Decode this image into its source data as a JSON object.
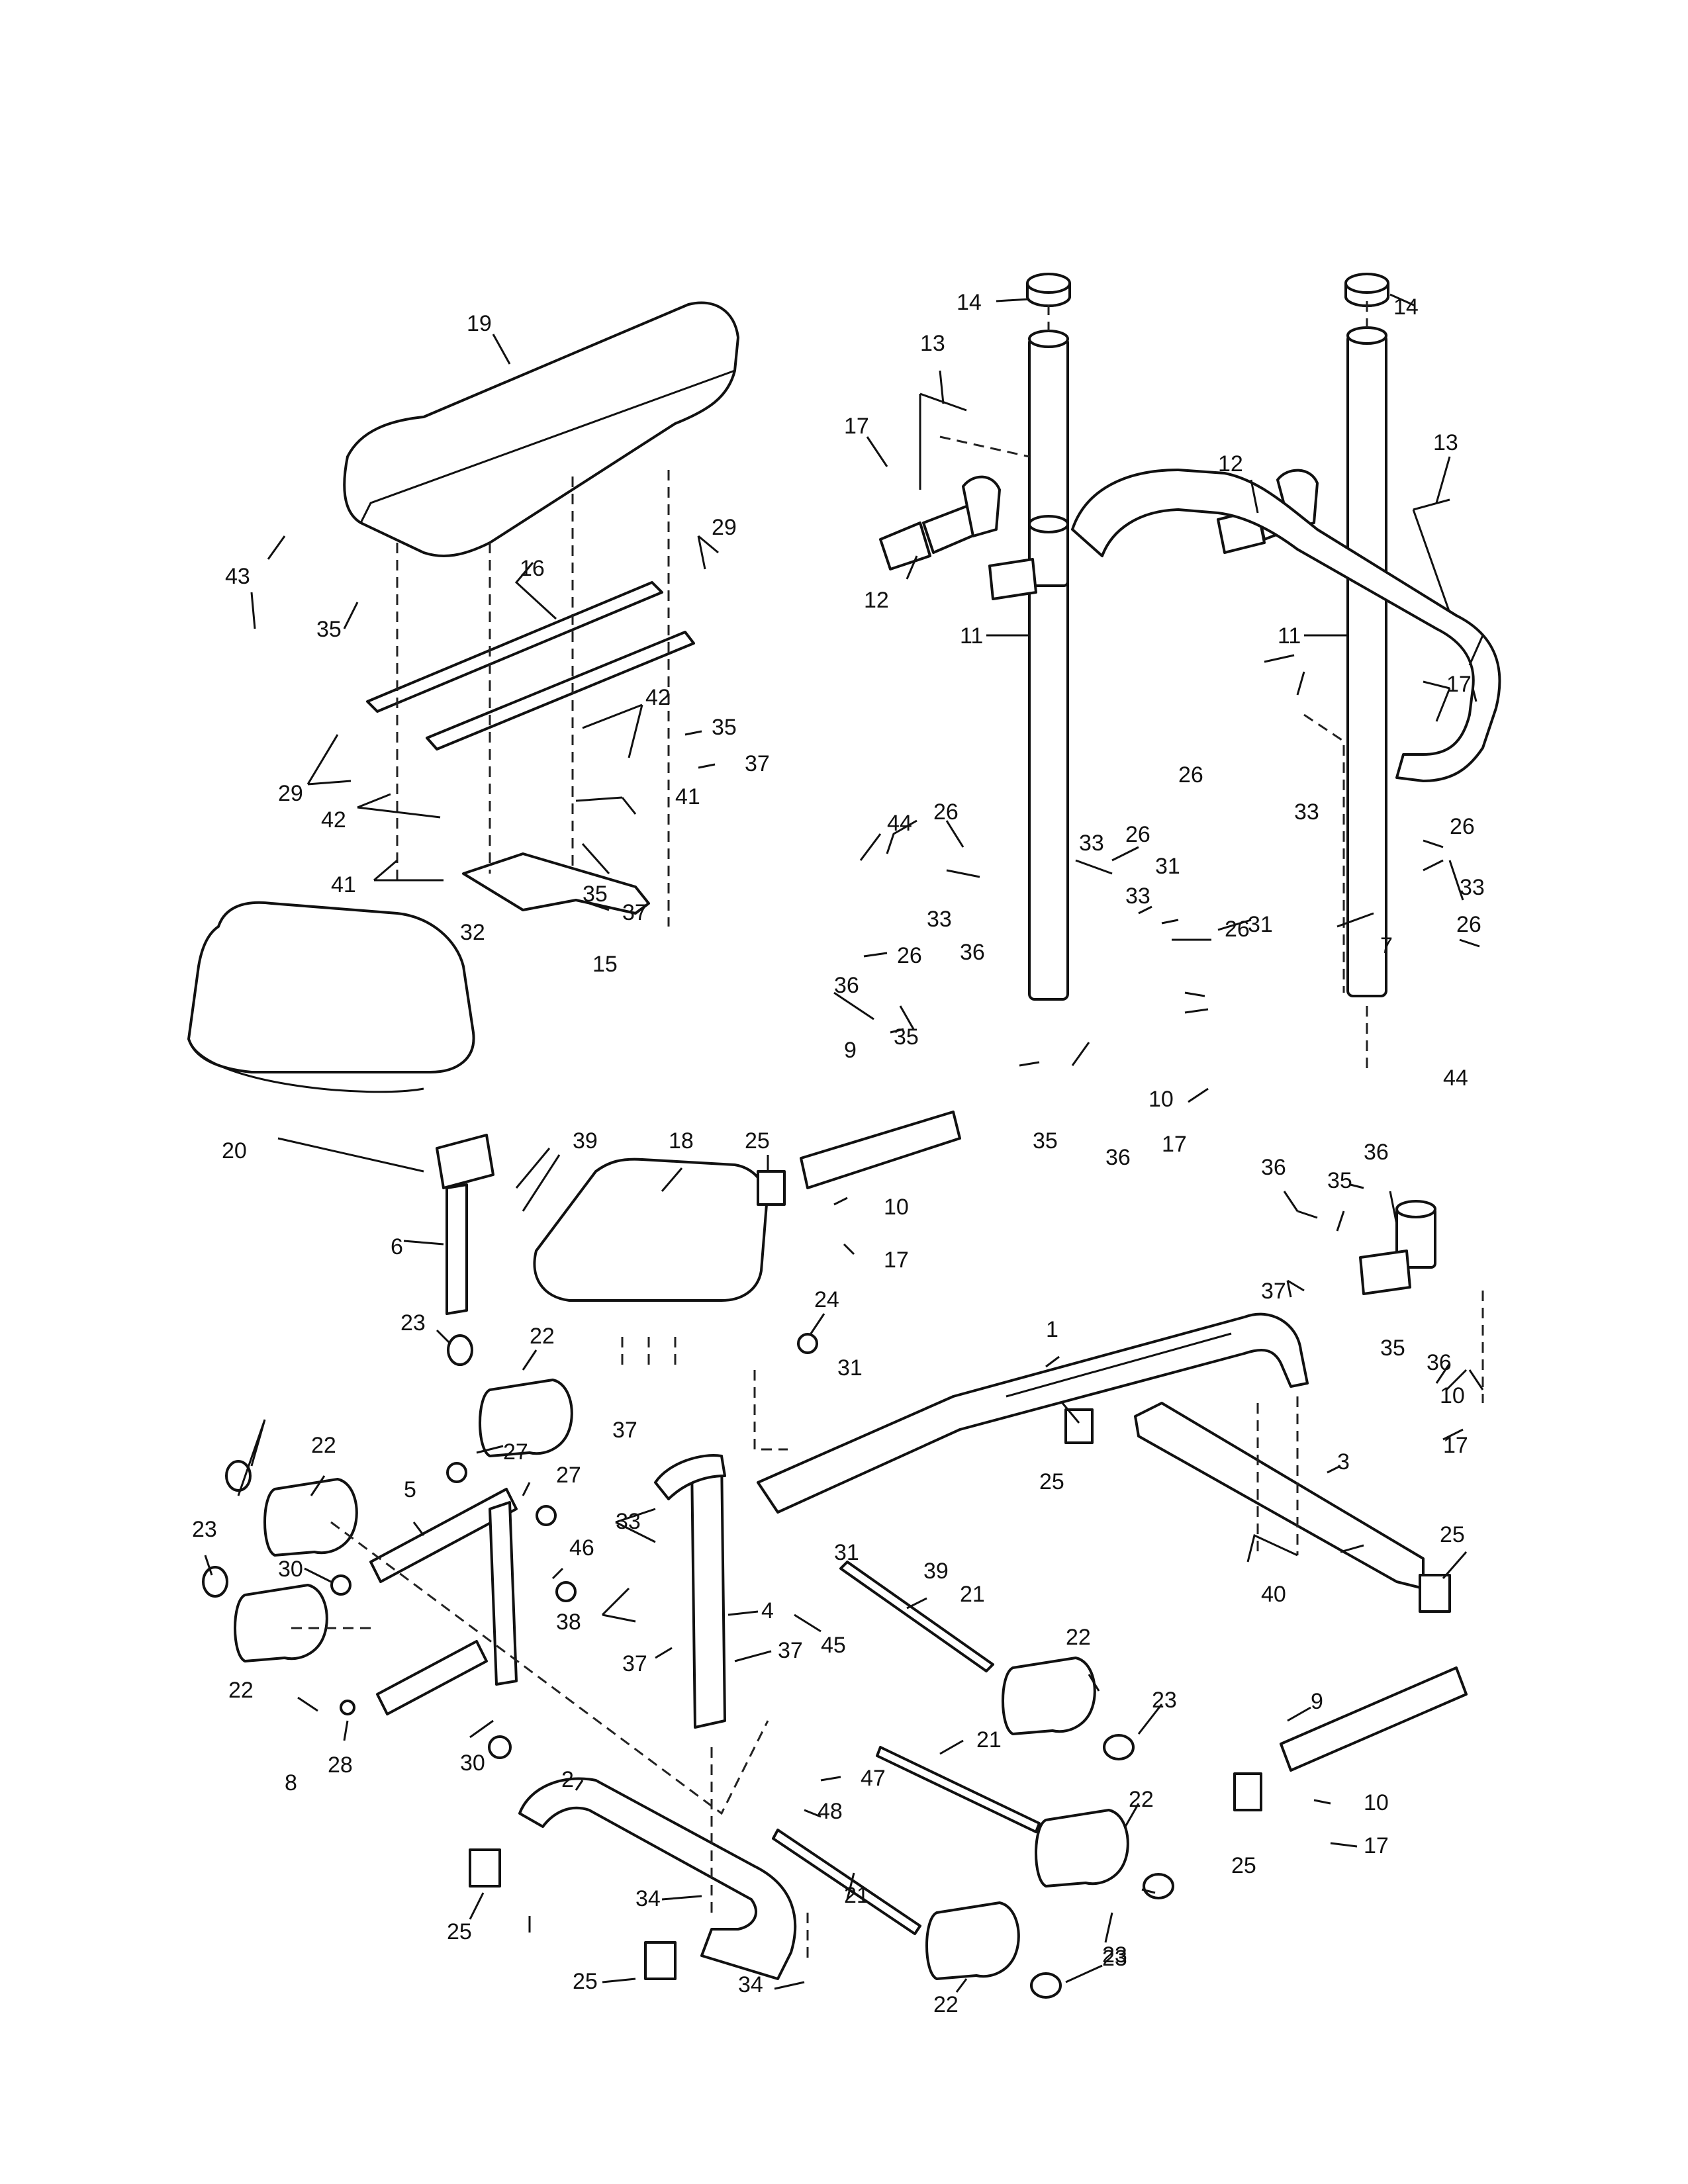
{
  "diagram": {
    "type": "exploded-parts-diagram",
    "callouts": [
      {
        "id": "c19a",
        "text": "19"
      },
      {
        "id": "c14a",
        "text": "14"
      },
      {
        "id": "c14b",
        "text": "14"
      },
      {
        "id": "c13a",
        "text": "13"
      },
      {
        "id": "c13b",
        "text": "13"
      },
      {
        "id": "c17a",
        "text": "17"
      },
      {
        "id": "c17b",
        "text": "17"
      },
      {
        "id": "c17c",
        "text": "17"
      },
      {
        "id": "c17d",
        "text": "17"
      },
      {
        "id": "c17e",
        "text": "17"
      },
      {
        "id": "c17f",
        "text": "17"
      },
      {
        "id": "c12a",
        "text": "12"
      },
      {
        "id": "c12b",
        "text": "12"
      },
      {
        "id": "c11a",
        "text": "11"
      },
      {
        "id": "c11b",
        "text": "11"
      },
      {
        "id": "c43",
        "text": "43"
      },
      {
        "id": "c29a",
        "text": "29"
      },
      {
        "id": "c29b",
        "text": "29"
      },
      {
        "id": "c16",
        "text": "16"
      },
      {
        "id": "c35a",
        "text": "35"
      },
      {
        "id": "c35b",
        "text": "35"
      },
      {
        "id": "c35c",
        "text": "35"
      },
      {
        "id": "c35d",
        "text": "35"
      },
      {
        "id": "c35e",
        "text": "35"
      },
      {
        "id": "c35f",
        "text": "35"
      },
      {
        "id": "c35g",
        "text": "35"
      },
      {
        "id": "c42a",
        "text": "42"
      },
      {
        "id": "c42b",
        "text": "42"
      },
      {
        "id": "c37a",
        "text": "37"
      },
      {
        "id": "c37b",
        "text": "37"
      },
      {
        "id": "c37c",
        "text": "37"
      },
      {
        "id": "c37d",
        "text": "37"
      },
      {
        "id": "c37e",
        "text": "37"
      },
      {
        "id": "c37f",
        "text": "37"
      },
      {
        "id": "c41a",
        "text": "41"
      },
      {
        "id": "c41b",
        "text": "41"
      },
      {
        "id": "c26a",
        "text": "26"
      },
      {
        "id": "c26b",
        "text": "26"
      },
      {
        "id": "c26c",
        "text": "26"
      },
      {
        "id": "c26d",
        "text": "26"
      },
      {
        "id": "c26e",
        "text": "26"
      },
      {
        "id": "c26f",
        "text": "26"
      },
      {
        "id": "c26g",
        "text": "26"
      },
      {
        "id": "c44a",
        "text": "44"
      },
      {
        "id": "c44b",
        "text": "44"
      },
      {
        "id": "c33a",
        "text": "33"
      },
      {
        "id": "c33b",
        "text": "33"
      },
      {
        "id": "c33c",
        "text": "33"
      },
      {
        "id": "c33d",
        "text": "33"
      },
      {
        "id": "c33e",
        "text": "33"
      },
      {
        "id": "c33f",
        "text": "33"
      },
      {
        "id": "c31a",
        "text": "31"
      },
      {
        "id": "c31b",
        "text": "31"
      },
      {
        "id": "c31c",
        "text": "31"
      },
      {
        "id": "c31d",
        "text": "31"
      },
      {
        "id": "c32",
        "text": "32"
      },
      {
        "id": "c15",
        "text": "15"
      },
      {
        "id": "c36a",
        "text": "36"
      },
      {
        "id": "c36b",
        "text": "36"
      },
      {
        "id": "c36c",
        "text": "36"
      },
      {
        "id": "c36d",
        "text": "36"
      },
      {
        "id": "c36e",
        "text": "36"
      },
      {
        "id": "c36f",
        "text": "36"
      },
      {
        "id": "c7",
        "text": "7"
      },
      {
        "id": "c10a",
        "text": "10"
      },
      {
        "id": "c10b",
        "text": "10"
      },
      {
        "id": "c10c",
        "text": "10"
      },
      {
        "id": "c10d",
        "text": "10"
      },
      {
        "id": "c9a",
        "text": "9"
      },
      {
        "id": "c9b",
        "text": "9"
      },
      {
        "id": "c20",
        "text": "20"
      },
      {
        "id": "c39a",
        "text": "39"
      },
      {
        "id": "c39b",
        "text": "39"
      },
      {
        "id": "c18",
        "text": "18"
      },
      {
        "id": "c25a",
        "text": "25"
      },
      {
        "id": "c25b",
        "text": "25"
      },
      {
        "id": "c25c",
        "text": "25"
      },
      {
        "id": "c25d",
        "text": "25"
      },
      {
        "id": "c25e",
        "text": "25"
      },
      {
        "id": "c25f",
        "text": "25"
      },
      {
        "id": "c6",
        "text": "6"
      },
      {
        "id": "c23a",
        "text": "23"
      },
      {
        "id": "c23b",
        "text": "23"
      },
      {
        "id": "c23c",
        "text": "23"
      },
      {
        "id": "c23d",
        "text": "23"
      },
      {
        "id": "c23e",
        "text": "23"
      },
      {
        "id": "c22a",
        "text": "22"
      },
      {
        "id": "c22b",
        "text": "22"
      },
      {
        "id": "c22c",
        "text": "22"
      },
      {
        "id": "c22d",
        "text": "22"
      },
      {
        "id": "c22e",
        "text": "22"
      },
      {
        "id": "c22f",
        "text": "22"
      },
      {
        "id": "c24",
        "text": "24"
      },
      {
        "id": "c1",
        "text": "1"
      },
      {
        "id": "c3",
        "text": "3"
      },
      {
        "id": "c27a",
        "text": "27"
      },
      {
        "id": "c27b",
        "text": "27"
      },
      {
        "id": "c5",
        "text": "5"
      },
      {
        "id": "c46",
        "text": "46"
      },
      {
        "id": "c30a",
        "text": "30"
      },
      {
        "id": "c30b",
        "text": "30"
      },
      {
        "id": "c38",
        "text": "38"
      },
      {
        "id": "c4",
        "text": "4"
      },
      {
        "id": "c45",
        "text": "45"
      },
      {
        "id": "c21a",
        "text": "21"
      },
      {
        "id": "c21b",
        "text": "21"
      },
      {
        "id": "c21c",
        "text": "21"
      },
      {
        "id": "c40",
        "text": "40"
      },
      {
        "id": "c8",
        "text": "8"
      },
      {
        "id": "c28",
        "text": "28"
      },
      {
        "id": "c2",
        "text": "2"
      },
      {
        "id": "c47",
        "text": "47"
      },
      {
        "id": "c48",
        "text": "48"
      },
      {
        "id": "c34a",
        "text": "34"
      },
      {
        "id": "c34b",
        "text": "34"
      }
    ]
  }
}
